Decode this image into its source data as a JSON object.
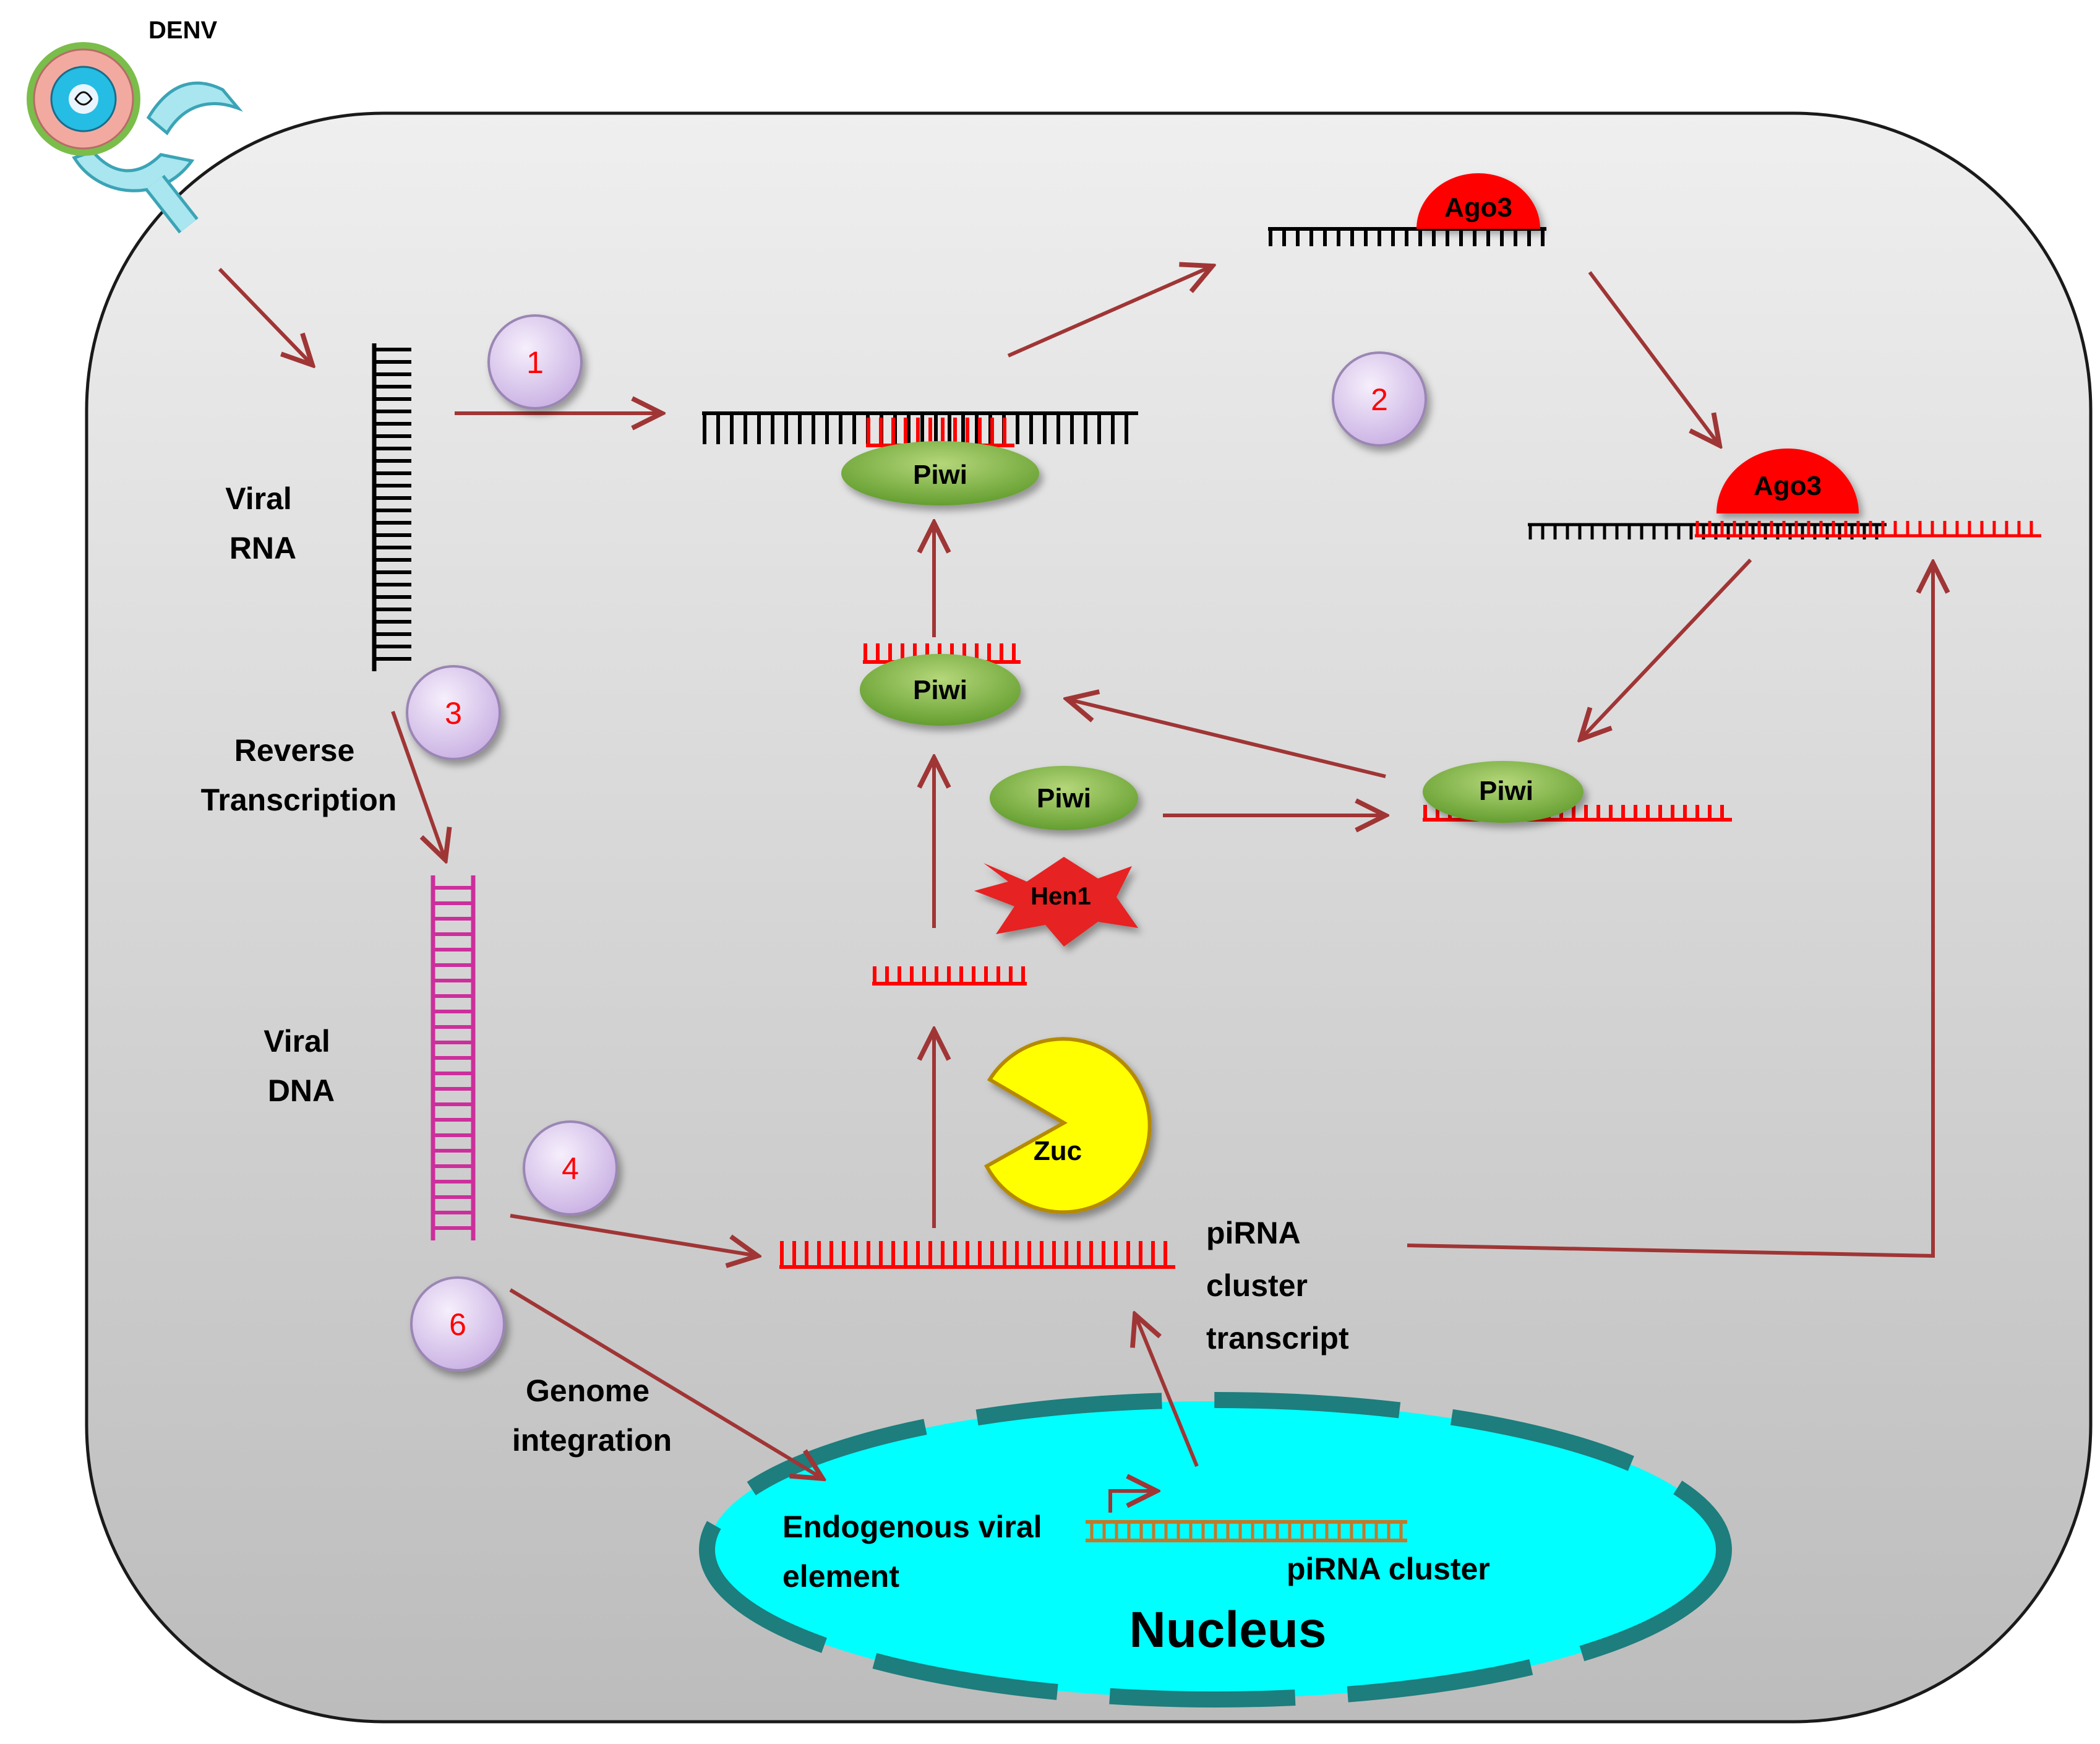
{
  "colors": {
    "cell_fill_top": "#eeeeee",
    "cell_fill_bottom": "#bdbdbd",
    "arrow": "#a03535",
    "rna_black": "#000000",
    "pirna_red": "#ff0000",
    "viral_dna": "#cc2f9c",
    "piwi_green": "#7fb23e",
    "ago3_red": "#ff0000",
    "hen1_red": "#e02020",
    "zuc_yellow": "#ffff00",
    "nucleus_cyan": "#00ffff",
    "nucleus_border": "#1e7d7d",
    "step_circle": "#e3d4f2"
  },
  "virus": {
    "label": "DENV",
    "icon": "virus-icon"
  },
  "labels": {
    "viral_rna": [
      "Viral",
      "RNA"
    ],
    "reverse_transcription": [
      "Reverse",
      "Transcription"
    ],
    "viral_dna": [
      "Viral",
      "DNA"
    ],
    "genome_integration": [
      "Genome",
      "integration"
    ],
    "pirna_cluster_transcript": [
      "piRNA",
      "cluster",
      "transcript"
    ],
    "endogenous_viral_element": [
      "Endogenous viral",
      "element"
    ],
    "pirna_cluster": "piRNA cluster",
    "nucleus": "Nucleus"
  },
  "proteins": {
    "piwi": "Piwi",
    "ago3": "Ago3",
    "hen1": "Hen1",
    "zuc": "Zuc"
  },
  "steps": [
    "1",
    "2",
    "3",
    "4",
    "6"
  ]
}
